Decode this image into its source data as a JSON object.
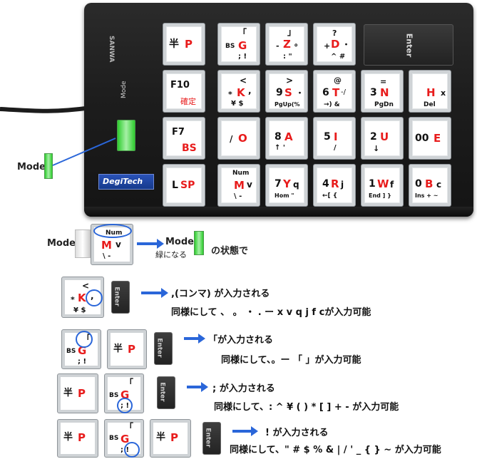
{
  "keypad": {
    "brand_vertical": "SANWA",
    "logo": "DegiTech",
    "mode_label": "Mode",
    "enter_label": "Enter",
    "keys": {
      "r1c1_main": "半",
      "r1c1_red": "P",
      "r1c2_top": "「",
      "r1c2_bs": "BS",
      "r1c2_red": "G",
      "r1c2_bot": "; !",
      "r1c3_top": "」",
      "r1c3_red": "Z",
      "r1c3_left": "-",
      "r1c3_right": "。",
      "r1c3_bot": ": \"",
      "r1c4_top": "?",
      "r1c4_red": "D",
      "r1c4_left": "+",
      "r1c4_right": "・",
      "r1c4_bot": "^ #",
      "r2c1_main": "F10",
      "r2c1_sub": "確定",
      "r2c2_top": "<",
      "r2c2_red": "K",
      "r2c2_left": "*",
      "r2c2_right": ",",
      "r2c2_bot": "¥ $",
      "r2c3_top": ">",
      "r2c3_num": "9",
      "r2c3_red": "S",
      "r2c3_right": "・",
      "r2c3_bot": "PgUp(%",
      "r2c4_top": "@",
      "r2c4_num": "6",
      "r2c4_red": "T",
      "r2c4_right": "-/",
      "r2c4_bot": "→) &",
      "r2c5_top": "=",
      "r2c5_num": "3",
      "r2c5_red": "N",
      "r2c5_bot": "PgDn",
      "r2c6_red": "H",
      "r2c6_right": "x",
      "r2c6_bot": "Del",
      "r3c1_main": "F7",
      "r3c1_red": "BS",
      "r3c2_left": "/",
      "r3c2_red": "O",
      "r3c3_num": "8",
      "r3c3_red": "A",
      "r3c3_bot": "↑ '",
      "r3c4_num": "5",
      "r3c4_red": "I",
      "r3c4_bot": "/",
      "r3c5_num": "2",
      "r3c5_red": "U",
      "r3c5_bot": "↓",
      "r3c6_num": "00",
      "r3c6_red": "E",
      "r4c1_main": "L",
      "r4c1_red": "SP",
      "r4c2_top": "Num",
      "r4c2_red": "M",
      "r4c2_right": "v",
      "r4c2_bot": "\\ -",
      "r4c3_num": "7",
      "r4c3_red": "Y",
      "r4c3_right": "q",
      "r4c3_bot": "Hom \"",
      "r4c4_num": "4",
      "r4c4_red": "R",
      "r4c4_right": "j",
      "r4c4_bot": "←[ {",
      "r4c5_num": "1",
      "r4c5_red": "W",
      "r4c5_right": "f",
      "r4c5_bot": "End ] }",
      "r4c6_num": "0",
      "r4c6_red": "B",
      "r4c6_right": "c",
      "r4c6_bot": "Ins + ~"
    }
  },
  "callout": {
    "mode_label": "Mode"
  },
  "legend": {
    "mode_left": "Mode",
    "mode_right": "Mode",
    "green_note": "緑になる",
    "state_text": "の状態で",
    "key_num": "Num",
    "key_red": "M",
    "key_right": "v",
    "key_bot": "\\ -"
  },
  "examples": [
    {
      "line1": ",(コンマ) が入力される",
      "line2": "同様にして 、 。 ・ . ー x v q j f cが入力可能"
    },
    {
      "line1": "「が入力される",
      "line2": "同様にして、。ー 「 」が入力可能"
    },
    {
      "line1": "; が入力される",
      "line2": "同様にして、: ^ ¥ ( ) * [ ] + - が入力可能"
    },
    {
      "line1": "! が入力される",
      "line2": "同様にして、\" # $ % & | / ' _ { } ~ が入力可能"
    }
  ],
  "example_keys": {
    "half_main": "半",
    "half_red": "P",
    "g_top": "「",
    "g_bs": "BS",
    "g_red": "G",
    "g_bot": "; !",
    "k_top": "<",
    "k_left": "*",
    "k_red": "K",
    "k_right": ",",
    "k_bot": "¥ $",
    "enter": "Enter"
  },
  "colors": {
    "accent_red": "#e81c1c",
    "arrow_blue": "#2a66d9",
    "mode_green": "#2ecc2e"
  }
}
